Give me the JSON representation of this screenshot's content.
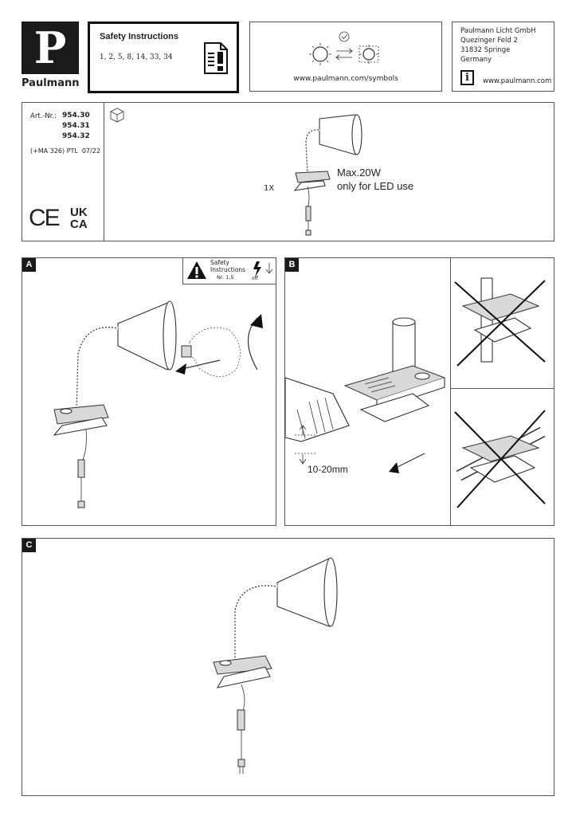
{
  "header": {
    "brand_letter": "P",
    "brand_name": "Paulmann",
    "safety_title": "Safety Instructions",
    "safety_numbers": "1, 2, 5, 8, 14, 33, 34",
    "symbols_url": "www.paulmann.com/symbols",
    "company": {
      "name": "Paulmann Licht GmbH",
      "street": "Quezinger Feld 2",
      "city": "31832 Springe",
      "country": "Germany",
      "url": "www.paulmann.com",
      "info_glyph": "i"
    }
  },
  "product": {
    "art_label": "Art.-Nr.:",
    "art_numbers": [
      "954.30",
      "954.31",
      "954.32"
    ],
    "ma_code": "(+MA 326) PTL  07/22",
    "ce_mark": "CE",
    "ukca_top": "UK",
    "ukca_bottom": "CA",
    "quantity": "1X",
    "max_watt": "Max.20W",
    "led_note": "only for LED use"
  },
  "panels": {
    "a": {
      "label": "A",
      "safety_line1": "Safety",
      "safety_line2": "Instructions",
      "safety_nr": "Nr. 1,5",
      "off_label": "off"
    },
    "b": {
      "label": "B",
      "thickness": "10-20mm"
    },
    "c": {
      "label": "C"
    }
  }
}
